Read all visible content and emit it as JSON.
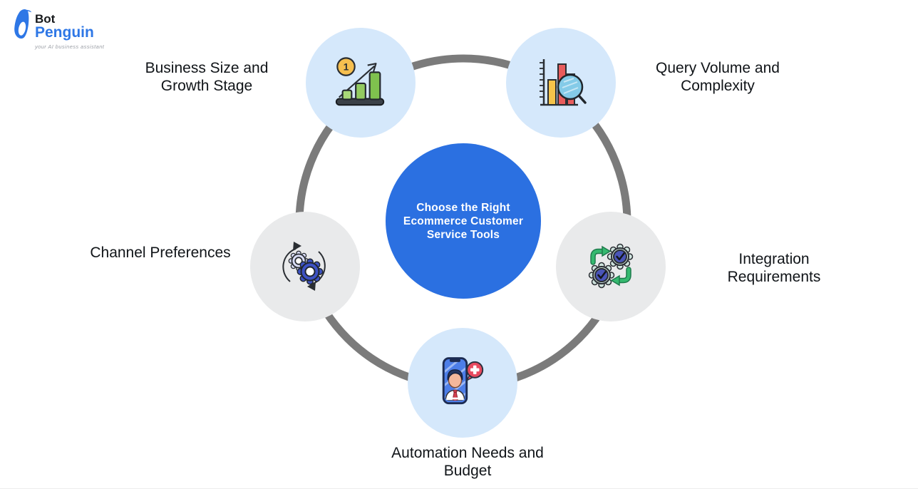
{
  "logo": {
    "bot": "Bot",
    "penguin": "Penguin",
    "tagline": "your AI business assistant"
  },
  "hub": {
    "lines": [
      "Choose the Right",
      "Ecommerce Customer",
      "Service Tools"
    ]
  },
  "nodes": {
    "business": {
      "lines": [
        "Business Size and",
        "Growth Stage"
      ],
      "icon": "growth-chart-icon"
    },
    "query": {
      "lines": [
        "Query Volume and",
        "Complexity"
      ],
      "icon": "bar-chart-magnifier-icon"
    },
    "integration": {
      "lines": [
        "Integration",
        "Requirements"
      ],
      "icon": "gears-exchange-icon"
    },
    "channels": {
      "lines": [
        "Channel Preferences"
      ],
      "icon": "gears-sync-icon"
    },
    "automation": {
      "lines": [
        "Automation Needs and",
        "Budget"
      ],
      "icon": "phone-agent-icon"
    }
  },
  "icons": {
    "coin_label": "1"
  },
  "colors": {
    "hub_blue": "#2B70E1",
    "node_light_blue": "#D5E8FB",
    "node_gray": "#E9EAEB",
    "ring_gray": "#7B7B7B",
    "logo_blue": "#2E77E6",
    "bar_green": "#8CC455",
    "bar_yellow": "#F6C44A",
    "bar_red": "#E85C5C",
    "coin_yellow": "#F6BF4F",
    "lens_blue": "#84CBE8",
    "arrow_green": "#35B96F",
    "gear_blue": "#4A55B8",
    "bubble_red": "#E84A5F"
  }
}
